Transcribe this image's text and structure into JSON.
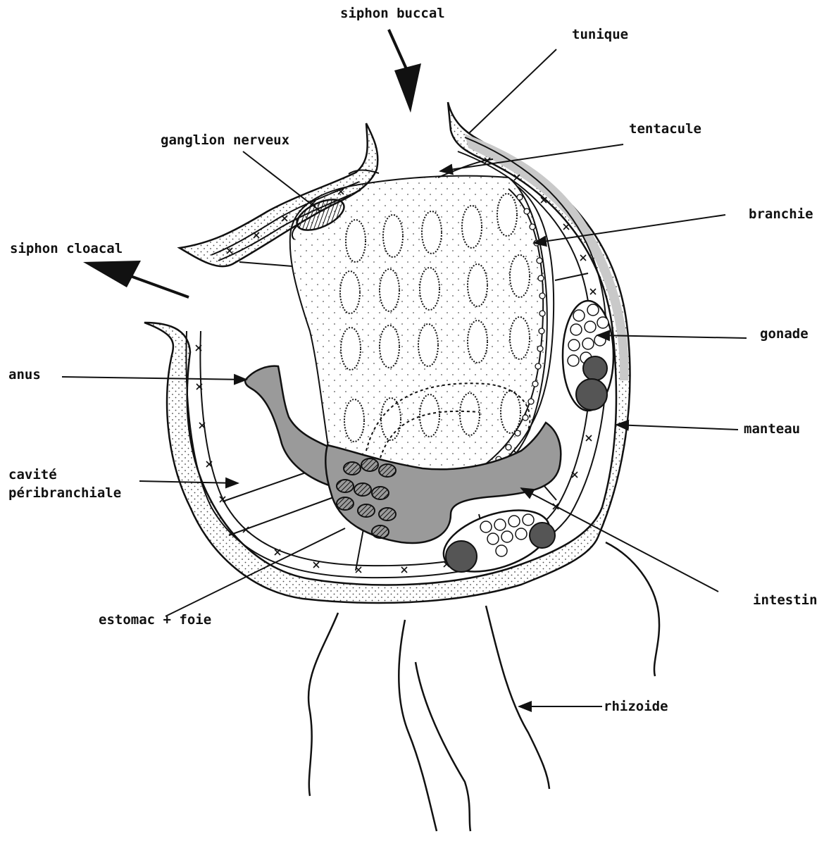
{
  "labels": {
    "siphon_buccal": "siphon buccal",
    "tunique": "tunique",
    "tentacule": "tentacule",
    "ganglion_nerveux": "ganglion nerveux",
    "branchie": "branchie",
    "siphon_cloacal": "siphon cloacal",
    "gonade": "gonade",
    "anus": "anus",
    "manteau": "manteau",
    "cavite_line1": "cavité",
    "cavite_line2": "péribranchiale",
    "intestin": "intestin",
    "estomac_foie": "estomac + foie",
    "rhizoide": "rhizoide"
  },
  "colors": {
    "ink": "#111111",
    "tunic_fill": "#d2d2d2",
    "gut_fill": "#9a9a9a",
    "gonad_dark": "#555555",
    "background": "#ffffff"
  }
}
